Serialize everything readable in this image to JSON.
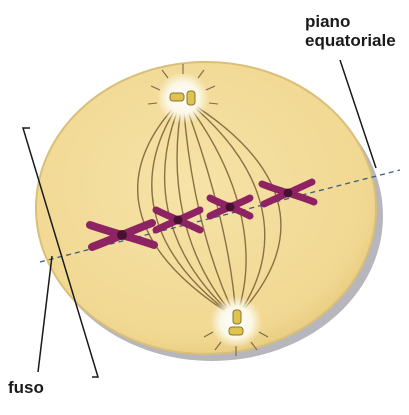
{
  "diagram": {
    "labels": {
      "equatorial_plane_line1": "piano",
      "equatorial_plane_line2": "equatoriale",
      "spindle": "fuso"
    },
    "colors": {
      "cell_fill": "#f3dc9a",
      "cell_edge": "#dcc27c",
      "cell_shadow": "#b6b6bc",
      "pole_glow": "#fbf8e6",
      "spindle_fiber": "#8a7042",
      "chromosome": "#8e2363",
      "chromosome_dark": "#4a1032",
      "centriole": "#e0c24e",
      "pointer_line": "#1a1a1a",
      "equator_dash": "#3b5f78"
    },
    "chromosome_count": 4
  }
}
